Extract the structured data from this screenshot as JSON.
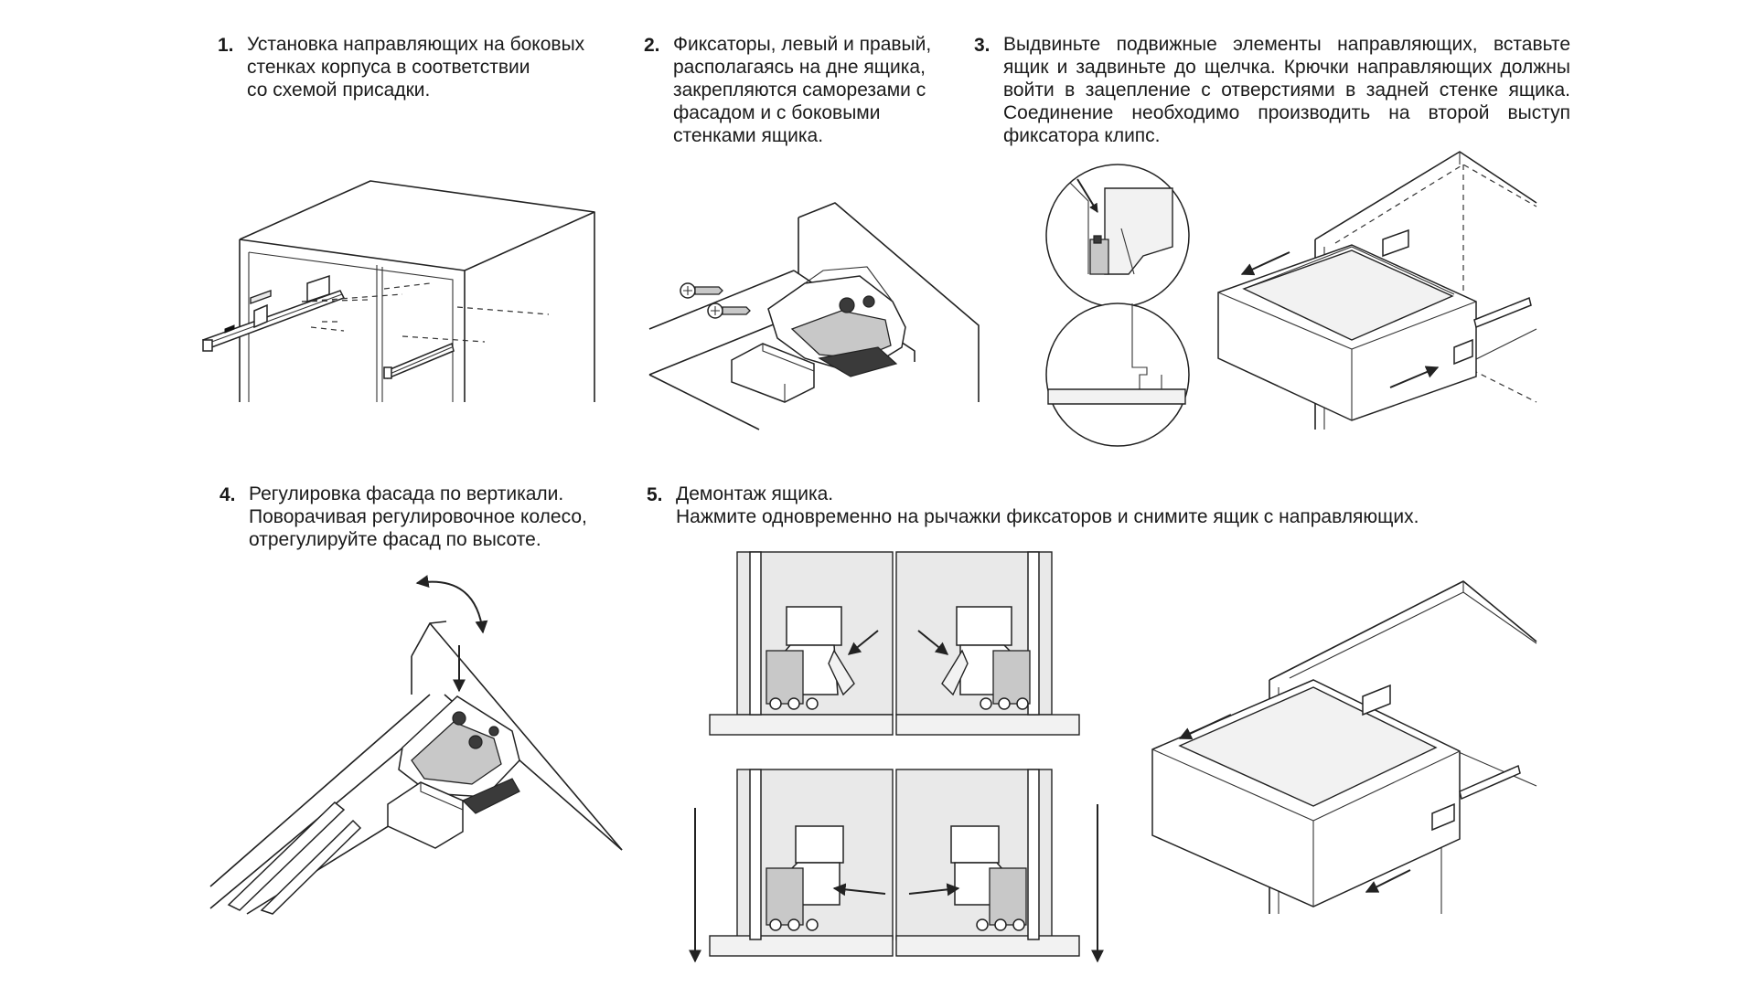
{
  "steps": [
    {
      "number": "1.",
      "lines": [
        "Установка направляющих на боковых",
        "стенках корпуса в соответствии",
        "со схемой присадки."
      ]
    },
    {
      "number": "2.",
      "lines": [
        "Фиксаторы, левый и правый,",
        "располагаясь на дне ящика,",
        "закрепляются саморезами с",
        "фасадом и с боковыми",
        "стенками ящика."
      ]
    },
    {
      "number": "3.",
      "lines": [
        "Выдвиньте подвижные элементы направляющих, вставьте",
        "ящик и задвиньте до щелчка. Крючки направляющих должны",
        "войти в зацепление с отверстиями в задней стенке ящика.",
        "Соединение необходимо производить на второй выступ",
        "фиксатора клипс."
      ]
    },
    {
      "number": "4.",
      "lines": [
        "Регулировка фасада по вертикали.",
        "Поворачивая регулировочное колесо,",
        "отрегулируйте фасад по высоте."
      ]
    },
    {
      "number": "5.",
      "lines": [
        "Демонтаж ящика.",
        "Нажмите одновременно на рычажки фиксаторов и снимите ящик с направляющих."
      ]
    }
  ]
}
